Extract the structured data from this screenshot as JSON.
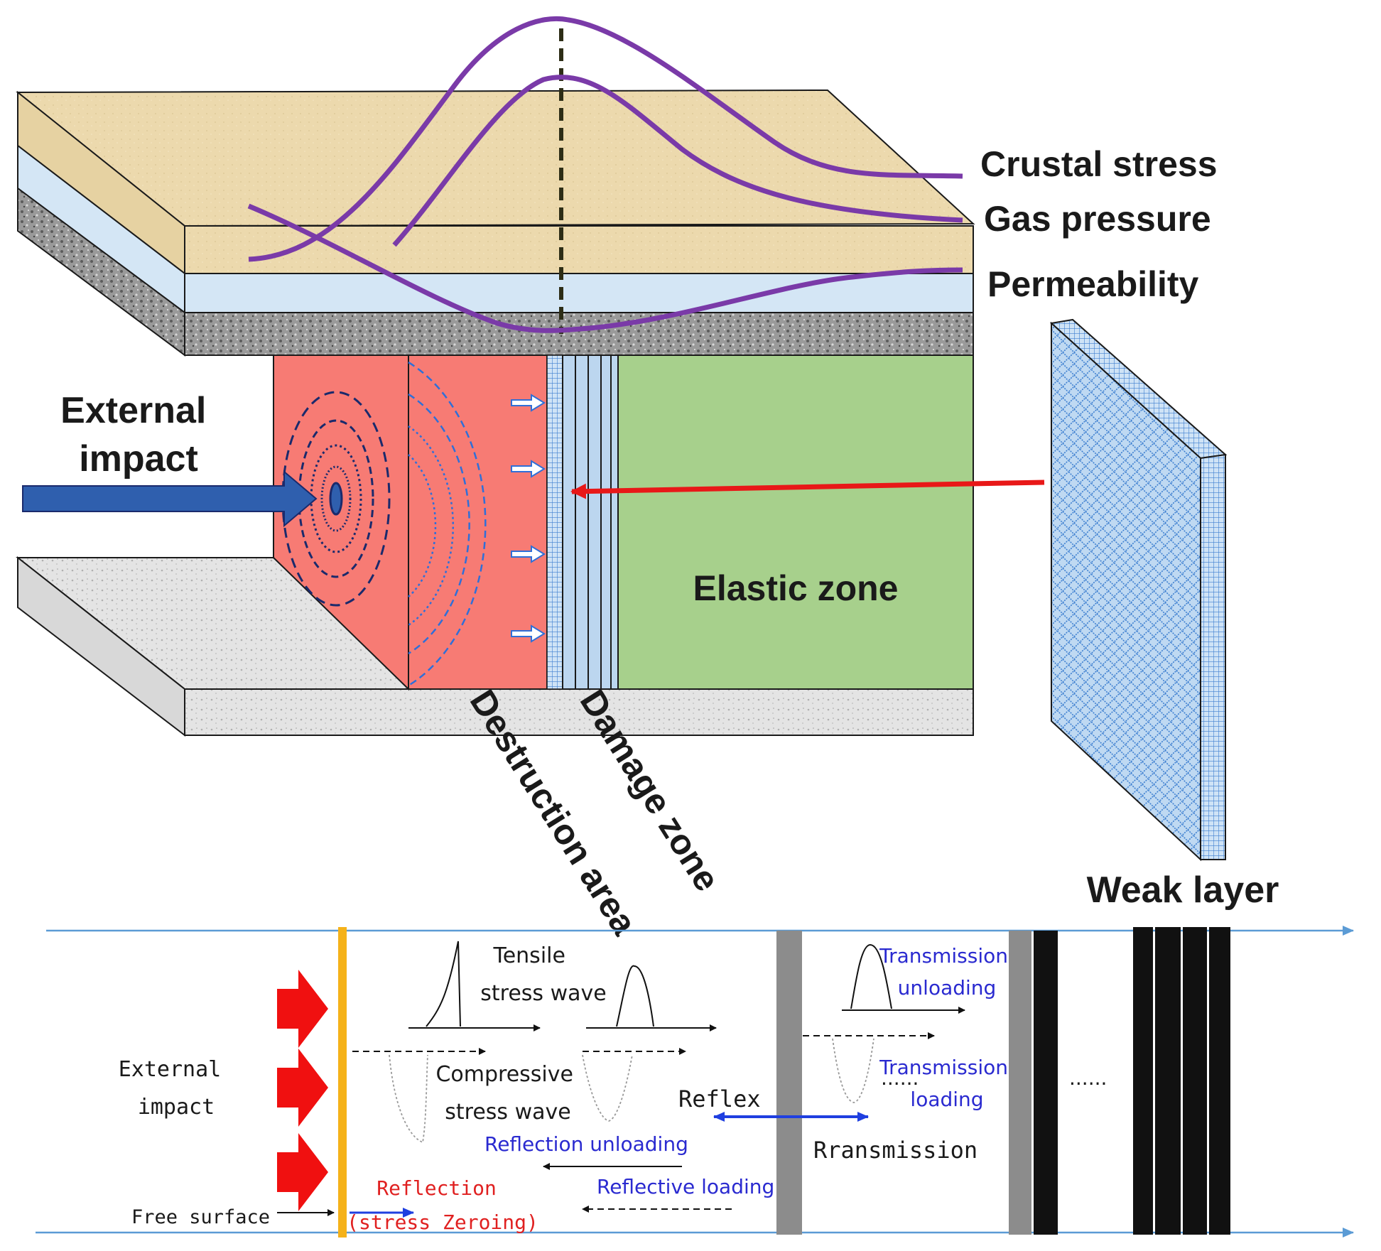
{
  "top_diagram": {
    "curve_labels": {
      "crustal_stress": "Crustal stress",
      "gas_pressure": "Gas pressure",
      "permeability": "Permeability"
    },
    "external_impact": [
      "External",
      "impact"
    ],
    "elastic_zone": "Elastic zone",
    "destruction_area": "Destruction area",
    "damage_zone": "Damage zone",
    "weak_layer": "Weak layer"
  },
  "wave_diagram": {
    "external_impact": [
      "External",
      "impact"
    ],
    "tensile_wave": [
      "Tensile",
      "stress wave"
    ],
    "compressive_wave": [
      "Compressive",
      "stress wave"
    ],
    "transmission_unloading": [
      "Transmission",
      "unloading"
    ],
    "transmission_loading": [
      "Transmission",
      "loading"
    ],
    "reflex": "Reflex",
    "rransmission": "Rransmission",
    "reflection_unloading": "Reflection unloading",
    "reflective_loading": "Reflective loading",
    "free_surface": "Free surface",
    "reflection": [
      "Reflection",
      "(stress Zeroing)"
    ],
    "ellipsis_a": "......",
    "ellipsis_b": "......"
  },
  "colors": {
    "sandstone": "#ecd9ad",
    "gas_layer": "#d4e6f5",
    "rock_gray": "#a8a8a8",
    "destruction_red": "#f77b74",
    "elastic_green": "#a7d08c",
    "curve_purple": "#7a3aa8",
    "impact_blue": "#2f5fae",
    "arrow_red": "#e81818",
    "axis_blue": "#5b9bd5",
    "yellow_surface": "#f5b21a"
  }
}
